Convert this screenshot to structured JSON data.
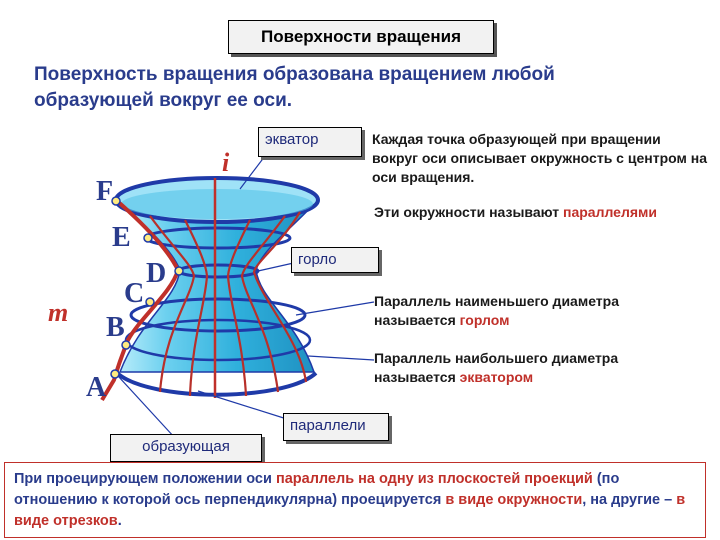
{
  "title": "Поверхности вращения",
  "intro": "Поверхность вращения образована вращением любой образующей вокруг ее оси.",
  "labels": {
    "equator": "экватор",
    "throat": "горло",
    "parallels": "параллели",
    "generatrix": "образующая",
    "axis": "i",
    "curve": "m"
  },
  "points": [
    "F",
    "E",
    "D",
    "C",
    "B",
    "A"
  ],
  "notes": {
    "circle": "Каждая точка образующей при вращении вокруг оси описывает окружность с центром на оси вращения.",
    "parallels_pre": "Эти окружности называют ",
    "parallels_hl": "параллелями",
    "throat_pre": "Параллель наименьшего диаметра называется ",
    "throat_hl": "горлом",
    "equator_pre": "Параллель наибольшего диаметра называется ",
    "equator_hl": "экватором"
  },
  "bottom": {
    "p1": "При проецирующем положении оси ",
    "p1_hl": "параллель на одну из плоскостей проекций",
    "p2": " (по отношению к которой ось перпендикулярна)  проецируется ",
    "p2_hl": "в виде окружности",
    "p3": ", на другие – ",
    "p3_hl": "в виде отрезков",
    "p4": "."
  },
  "colors": {
    "surface": "#3ab8e0",
    "rim": "#1f3aa8",
    "generatrix": "#c0302a",
    "text_blue": "#2a3c8c",
    "highlight": "#c0302a"
  }
}
